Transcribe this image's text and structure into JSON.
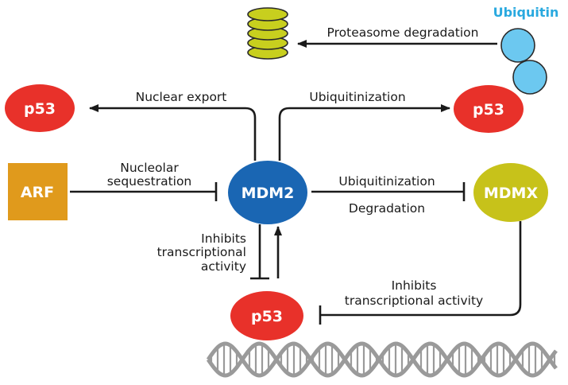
{
  "nodes": {
    "mdm2": "MDM2",
    "mdmx": "MDMX",
    "arf": "ARF",
    "p53_left": "p53",
    "p53_right": "p53",
    "p53_bottom": "p53",
    "ubiquitin": "Ubiquitin"
  },
  "edges": {
    "proteasome": "Proteasome degradation",
    "nuclear_export": "Nuclear export",
    "ubiquitinization_top": "Ubiquitinization",
    "nucleolar_1": "Nucleolar",
    "nucleolar_2": "sequestration",
    "mdmx_ubiq": "Ubiquitinization",
    "mdmx_degr": "Degradation",
    "inhibits_1": "Inhibits",
    "inhibits_2": "transcriptional",
    "inhibits_3": "activity",
    "mdmx_inhib_1": "Inhibits",
    "mdmx_inhib_2": "transcriptional activity"
  },
  "colors": {
    "p53": "#e8312a",
    "mdm2": "#1a66b3",
    "mdmx": "#c7c21a",
    "arf": "#e09a1c",
    "ubiquitin": "#6cc8f0",
    "ubiquitin_text": "#29a9df",
    "proteasome": "#c8cf1e",
    "dna": "#9a9a9a"
  }
}
